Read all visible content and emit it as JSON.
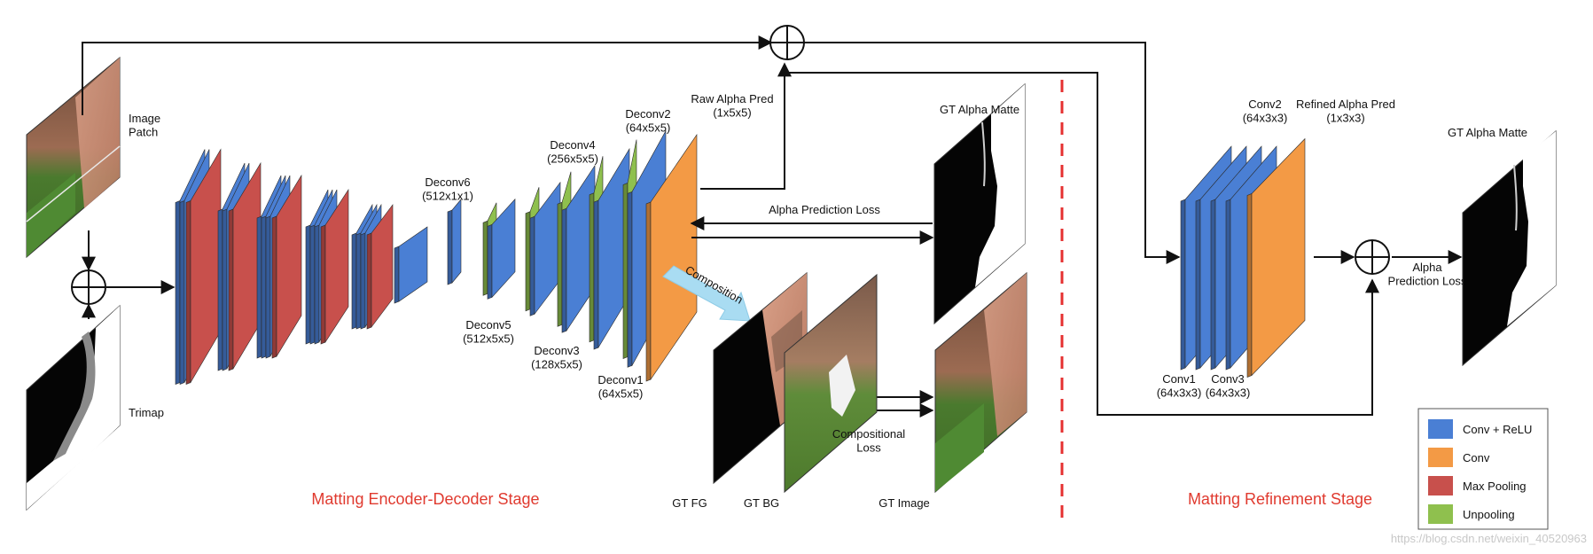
{
  "colors": {
    "conv_relu": "#4a7fd4",
    "conv": "#f39a45",
    "max_pooling": "#c8504c",
    "unpooling": "#8fc04e",
    "stage_title": "#e03a2f",
    "divider": "#e53030",
    "arrow": "#111111",
    "composition_arrow": "#a9dcf2"
  },
  "inputs": {
    "image_patch": "Image\nPatch",
    "trimap": "Trimap"
  },
  "encoder_decoder": {
    "deconv6": "Deconv6\n(512x1x1)",
    "deconv5": "Deconv5\n(512x5x5)",
    "deconv4": "Deconv4\n(256x5x5)",
    "deconv3": "Deconv3\n(128x5x5)",
    "deconv2": "Deconv2\n(64x5x5)",
    "deconv1": "Deconv1\n(64x5x5)",
    "raw_alpha_pred": "Raw Alpha Pred\n(1x5x5)",
    "stage_title": "Matting Encoder-Decoder Stage"
  },
  "losses": {
    "alpha_prediction": "Alpha Prediction Loss",
    "compositional": "Compositional\nLoss",
    "composition_arrow": "Composition",
    "refine_alpha_prediction": "Alpha\nPrediction Loss"
  },
  "ground_truth": {
    "gt_alpha_matte": "GT Alpha Matte",
    "gt_fg": "GT FG",
    "gt_bg": "GT BG",
    "gt_image": "GT Image",
    "gt_alpha_matte_right": "GT Alpha Matte"
  },
  "refinement": {
    "conv1": "Conv1\n(64x3x3)",
    "conv2": "Conv2\n(64x3x3)",
    "conv3": "Conv3\n(64x3x3)",
    "refined_alpha_pred": "Refined Alpha Pred\n(1x3x3)",
    "stage_title": "Matting Refinement Stage"
  },
  "legend": [
    {
      "label": "Conv + ReLU",
      "color": "#4a7fd4"
    },
    {
      "label": "Conv",
      "color": "#f39a45"
    },
    {
      "label": "Max Pooling",
      "color": "#c8504c"
    },
    {
      "label": "Unpooling",
      "color": "#8fc04e"
    }
  ],
  "watermark": "https://blog.csdn.net/weixin_40520963"
}
